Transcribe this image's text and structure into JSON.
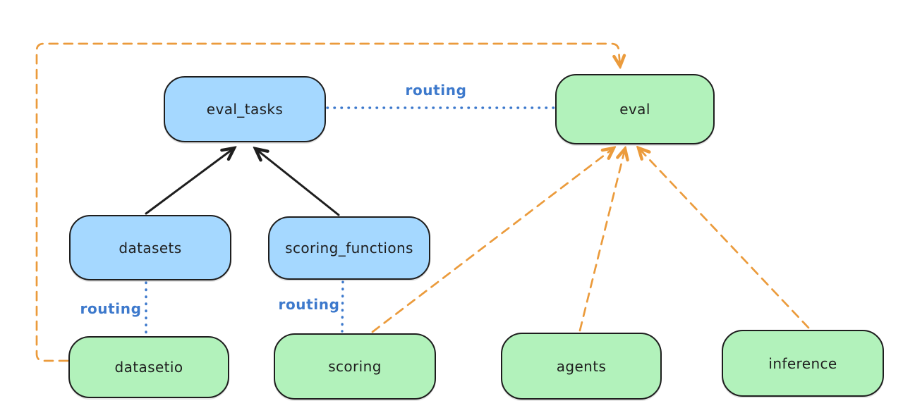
{
  "diagram": {
    "type": "flow-diagram",
    "background": "#ffffff",
    "colors": {
      "node_blue_fill": "#a5d8ff",
      "node_green_fill": "#b2f2bb",
      "node_stroke": "#1e1e1e",
      "routing_blue": "#3d79cc",
      "arrow_orange": "#eb9b3c",
      "arrow_black": "#1e1e1e"
    },
    "nodes": [
      {
        "id": "eval_tasks",
        "label": "eval_tasks",
        "fill": "#a5d8ff"
      },
      {
        "id": "eval",
        "label": "eval",
        "fill": "#b2f2bb"
      },
      {
        "id": "datasets",
        "label": "datasets",
        "fill": "#a5d8ff"
      },
      {
        "id": "scoring_functions",
        "label": "scoring_functions",
        "fill": "#a5d8ff"
      },
      {
        "id": "datasetio",
        "label": "datasetio",
        "fill": "#b2f2bb"
      },
      {
        "id": "scoring",
        "label": "scoring",
        "fill": "#b2f2bb"
      },
      {
        "id": "agents",
        "label": "agents",
        "fill": "#b2f2bb"
      },
      {
        "id": "inference",
        "label": "inference",
        "fill": "#b2f2bb"
      }
    ],
    "edges": [
      {
        "from": "datasets",
        "to": "eval_tasks",
        "style": "solid-arrow",
        "color": "black",
        "label": ""
      },
      {
        "from": "scoring_functions",
        "to": "eval_tasks",
        "style": "solid-arrow",
        "color": "black",
        "label": ""
      },
      {
        "from": "eval_tasks",
        "to": "eval",
        "style": "dotted",
        "color": "blue",
        "label": "routing"
      },
      {
        "from": "datasets",
        "to": "datasetio",
        "style": "dotted",
        "color": "blue",
        "label": "routing"
      },
      {
        "from": "scoring_functions",
        "to": "scoring",
        "style": "dotted",
        "color": "blue",
        "label": "routing"
      },
      {
        "from": "datasetio",
        "to": "eval",
        "style": "dashed-arrow",
        "color": "orange",
        "label": ""
      },
      {
        "from": "scoring",
        "to": "eval",
        "style": "dashed-arrow",
        "color": "orange",
        "label": ""
      },
      {
        "from": "agents",
        "to": "eval",
        "style": "dashed-arrow",
        "color": "orange",
        "label": ""
      },
      {
        "from": "inference",
        "to": "eval",
        "style": "dashed-arrow",
        "color": "orange",
        "label": ""
      }
    ]
  }
}
